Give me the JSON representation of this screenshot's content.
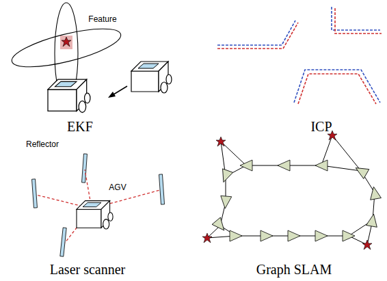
{
  "diagram": {
    "labels": [
      "Feature",
      "EKF",
      "ICP",
      "Reflector",
      "AGV",
      "Laser scanner",
      "Graph SLAM"
    ]
  }
}
